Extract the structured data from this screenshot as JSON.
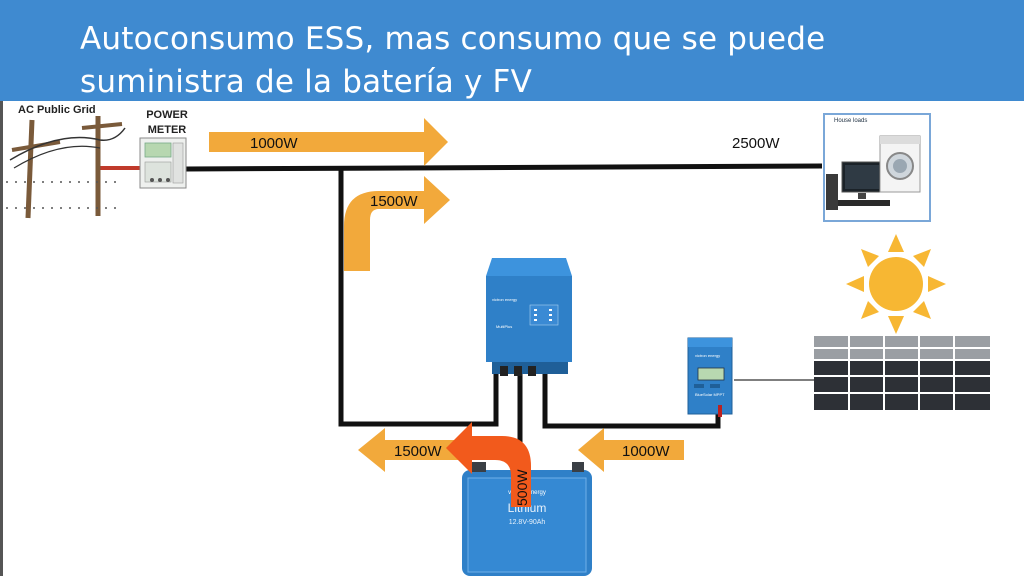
{
  "slide": {
    "title": "Autoconsumo ESS,  mas consumo que se puede suministra de la batería y FV"
  },
  "grid": {
    "label": "AC Public Grid"
  },
  "meter": {
    "line1": "POWER",
    "line2": "METER"
  },
  "house": {
    "label": "House loads"
  },
  "flows": {
    "grid_to_bus": "1000W",
    "house_load": "2500W",
    "inverter_to_bus": "1500W",
    "dc_to_inverter": "1500W",
    "mppt_to_dc": "1000W",
    "battery_out": "500W"
  },
  "inverter": {
    "brand": "victron energy",
    "model": "MultiPlus"
  },
  "mppt": {
    "brand": "victron energy",
    "model": "BlueSolar MPPT"
  },
  "battery": {
    "brand": "victron energy",
    "type": "Lithium",
    "spec": "12.8V-90Ah"
  },
  "colors": {
    "title_bg": "#3f8ad0",
    "flow_arrow": "#f2a93b",
    "battery_arrow": "#f25a1c",
    "victron_blue": "#2f80c8",
    "sun": "#f7b733",
    "wire": "#111111"
  }
}
